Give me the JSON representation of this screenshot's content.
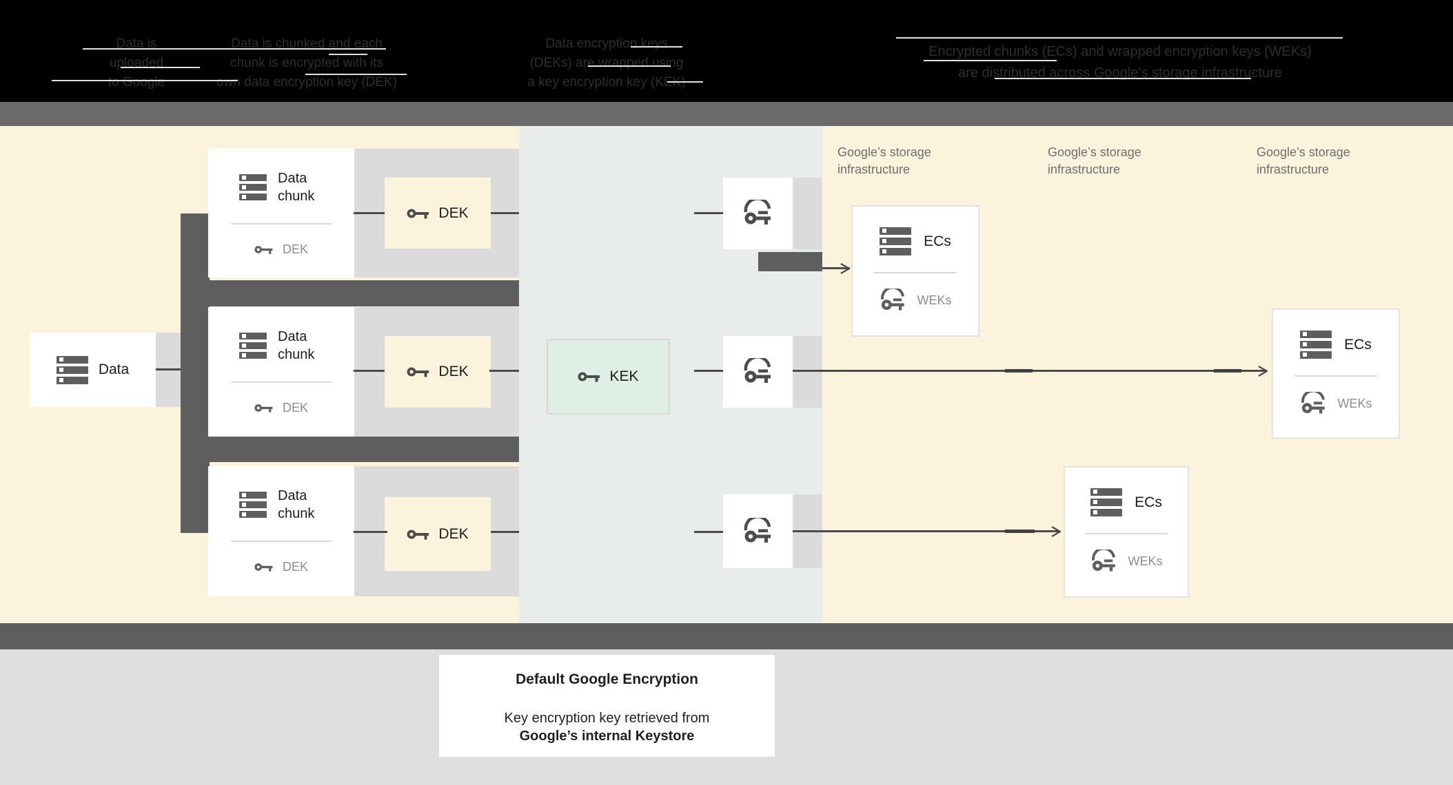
{
  "header": {
    "columns": [
      {
        "lines": [
          "Data is",
          "uploaded",
          "to Google"
        ]
      },
      {
        "lines": [
          "Data is chunked and each",
          "chunk is encrypted with its",
          "own data encryption key (DEK)"
        ]
      },
      {
        "lines": [
          "Data encryption keys",
          "(DEKs) are wrapped using",
          "a key encryption key (KEK)"
        ]
      },
      {
        "lines": [
          "Encrypted chunks (ECs) and wrapped encryption keys (WEKs)",
          "are distributed across Google’s storage infrastructure"
        ]
      }
    ]
  },
  "diagram": {
    "data_box": {
      "label": "Data"
    },
    "chunk_cards": [
      {
        "title": "Data chunk",
        "key_label": "DEK"
      },
      {
        "title": "Data chunk",
        "key_label": "DEK"
      },
      {
        "title": "Data chunk",
        "key_label": "DEK"
      }
    ],
    "dek_boxes": [
      {
        "label": "DEK"
      },
      {
        "label": "DEK"
      },
      {
        "label": "DEK"
      }
    ],
    "kek_box": {
      "label": "KEK"
    },
    "storage_labels": [
      {
        "label": "Google’s storage infrastructure"
      },
      {
        "label": "Google’s storage infrastructure"
      },
      {
        "label": "Google’s storage infrastructure"
      }
    ],
    "ec_cards": [
      {
        "title": "ECs",
        "key_label": "WEKs"
      },
      {
        "title": "ECs",
        "key_label": "WEKs"
      },
      {
        "title": "ECs",
        "key_label": "WEKs"
      }
    ],
    "icons": {
      "database-icon": "three stacked server bars",
      "key-icon": "solid key glyph",
      "wrapped-key-icon": "key glyph with arc wrap"
    }
  },
  "caption": {
    "title": "Default Google Encryption",
    "line1": "Key encryption key retrieved from",
    "line2": "Google’s internal Keystore"
  },
  "colors": {
    "header_bg": "#000000",
    "header_text": "#2e2e2e",
    "cream": "#fcf3dc",
    "keystore_panel": "#e8eceb",
    "kek_fill": "#e0efe6",
    "dark_band": "#5e5e5e",
    "light_gray_band": "#dbdbdb",
    "footer_bg": "#dedede",
    "line": "#4a4a4a",
    "muted_text": "#8d8d8d",
    "storage_label_text": "#6e6e6e"
  }
}
